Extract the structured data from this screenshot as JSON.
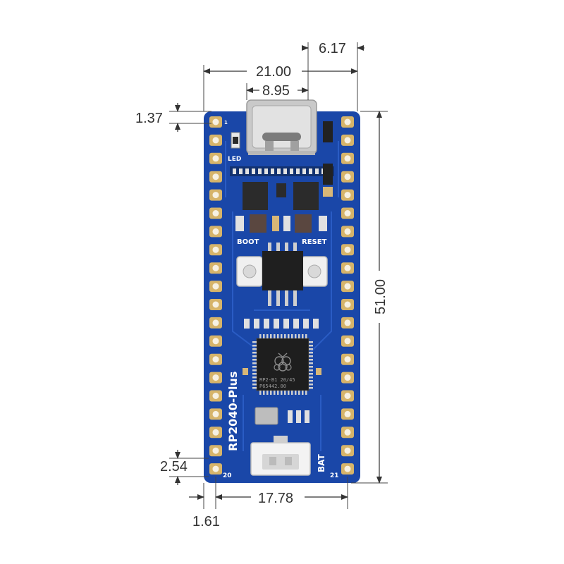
{
  "board": {
    "name": "RP2040-Plus",
    "labels": {
      "led": "LED",
      "boot": "BOOT",
      "reset": "RESET",
      "bat": "BAT",
      "pin_20": "20",
      "pin_21": "21",
      "pin_1": "1",
      "chip_line1": "RP2-B1  20/45",
      "chip_line2": "P65442.00"
    },
    "colors": {
      "pcb": "#1a47a8",
      "pad": "#d6b46a",
      "silk": "#ffffff",
      "usb": "#c9c9c9"
    }
  },
  "dimensions": {
    "usb_offset": "6.17",
    "board_width": "21.00",
    "usb_width": "8.95",
    "usb_overhang": "1.37",
    "board_length": "51.00",
    "pin_pitch": "2.54",
    "row_spacing": "17.78",
    "edge_offset": "1.61"
  }
}
